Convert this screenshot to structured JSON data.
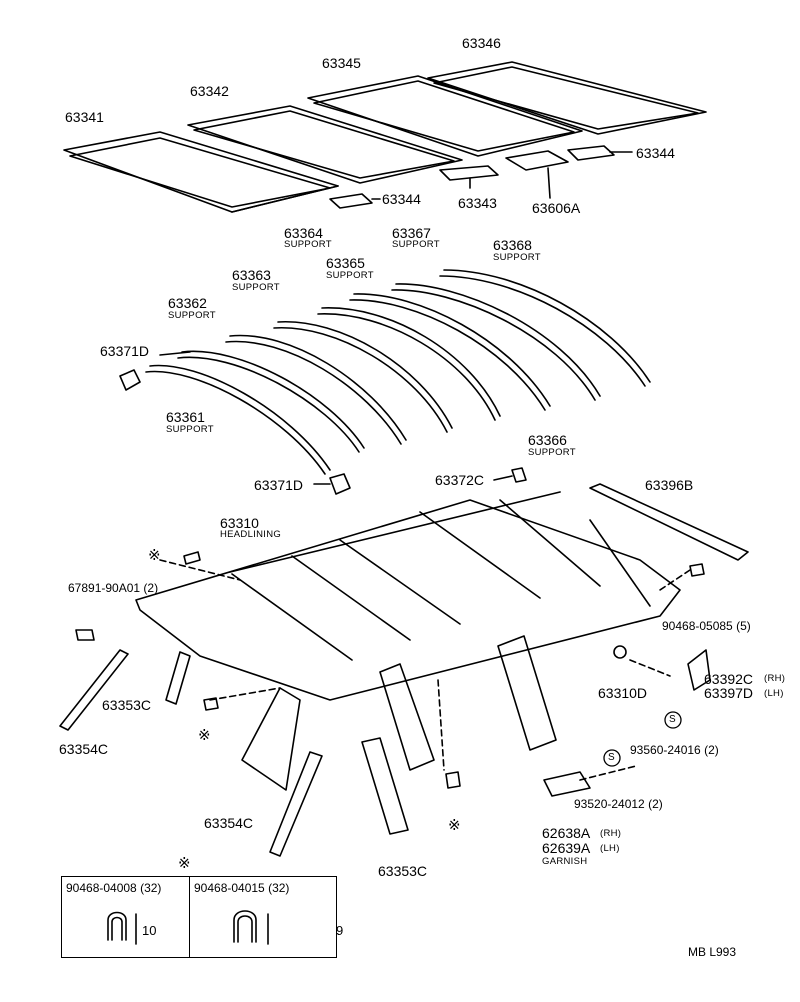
{
  "parts": {
    "p63346": "63346",
    "p63345": "63345",
    "p63342": "63342",
    "p63341": "63341",
    "p63344a": "63344",
    "p63344b": "63344",
    "p63343": "63343",
    "p63606a": "63606A",
    "p63364": "63364",
    "p63367": "63367",
    "p63368": "63368",
    "p63363": "63363",
    "p63365": "63365",
    "p63362": "63362",
    "p63371d_a": "63371D",
    "p63361": "63361",
    "p63366": "63366",
    "p63371d_b": "63371D",
    "p63372c": "63372C",
    "p63396b": "63396B",
    "p63310": "63310",
    "p67891": "67891-90A01 (2)",
    "p90468_05085": "90468-05085 (5)",
    "p63392c": "63392C",
    "p63397d": "63397D",
    "p63310d": "63310D",
    "p93560": "93560-24016 (2)",
    "p63353c_a": "63353C",
    "p63354c_a": "63354C",
    "p93520": "93520-24012 (2)",
    "p63354c_b": "63354C",
    "p62638a": "62638A",
    "p62639a": "62639A",
    "p63353c_b": "63353C"
  },
  "subs": {
    "support": "SUPPORT",
    "headlining": "HEADLINING",
    "garnish": "GARNISH",
    "rh": "(RH)",
    "lh": "(LH)"
  },
  "marks": {
    "asterisk": "※",
    "s": "S"
  },
  "table": {
    "left_header": "90468-04008 (32)",
    "right_header": "90468-04015 (32)",
    "left_dim": "10",
    "right_dim": "9"
  },
  "footer": {
    "code": "MB  L993"
  }
}
